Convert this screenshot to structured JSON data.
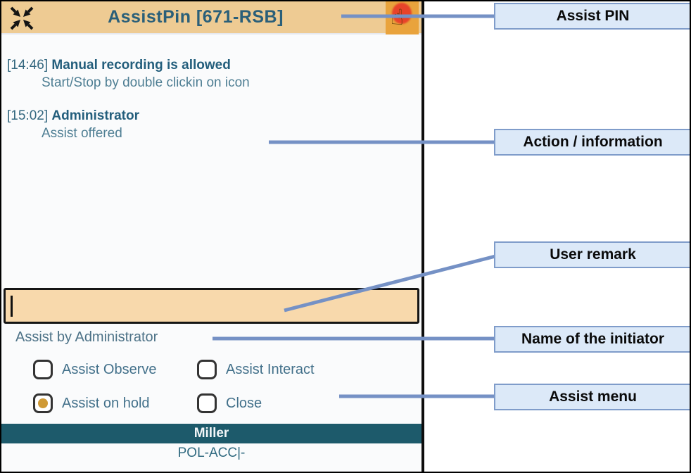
{
  "colors": {
    "titlebar_bg": "#eecb93",
    "title_text": "#2a5f79",
    "message_primary": "#235e7c",
    "message_secondary": "#4e7e93",
    "input_bg": "#f8d9ac",
    "footer_bg": "#1d5a6b",
    "footer_text": "#f2f6f8",
    "status_text": "#306a80",
    "radio_checked_dot": "#cf9a36",
    "touch_icon_bg": "#e9a33c",
    "touch_icon_dot": "#e8432a",
    "callout_bg": "#dce9f8",
    "callout_border": "#7f9cca",
    "callout_line": "#7591c5"
  },
  "dialog": {
    "title": "AssistPin [671-RSB]",
    "touch_icon_glyph": "☝",
    "messages": [
      {
        "time": "[14:46]",
        "title": "Manual recording is allowed",
        "detail": "Start/Stop by double clickin on icon"
      },
      {
        "time": "[15:02]",
        "title": "Administrator",
        "detail": "Assist offered"
      }
    ],
    "remark": {
      "value": "",
      "placeholder": ""
    },
    "initiator": "Assist by Administrator",
    "options": [
      {
        "label": "Assist Observe",
        "checked": false
      },
      {
        "label": "Assist Interact",
        "checked": false
      },
      {
        "label": "Assist on hold",
        "checked": true
      },
      {
        "label": "Close",
        "checked": false
      }
    ],
    "footer": {
      "name": "Miller",
      "status": "POL-ACC|-"
    }
  },
  "callouts": [
    {
      "label": "Assist PIN"
    },
    {
      "label": "Action / information"
    },
    {
      "label": "User remark"
    },
    {
      "label": "Name of the initiator"
    },
    {
      "label": "Assist menu"
    }
  ]
}
